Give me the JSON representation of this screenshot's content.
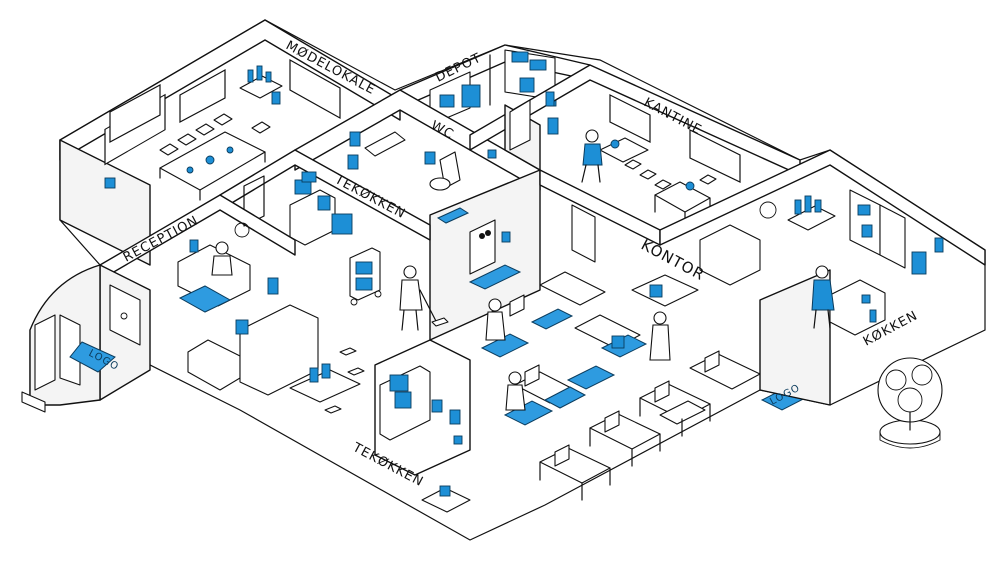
{
  "labels": {
    "modelokale": "MØDELOKALE",
    "depot": "DEPOT",
    "wc": "WC",
    "kantine": "KANTINE",
    "tekokken_top": "TEKØKKEN",
    "reception": "RECEPTION",
    "kontor": "KONTOR",
    "kokken": "KØKKEN",
    "tekokken_bottom": "TEKØKKEN",
    "logo_entrance": "LOGO",
    "logo_office": "LOGO"
  },
  "colors": {
    "accent": "#1d8fd6",
    "accent_dark": "#0b3c5d",
    "line": "#111111",
    "background": "#ffffff"
  }
}
